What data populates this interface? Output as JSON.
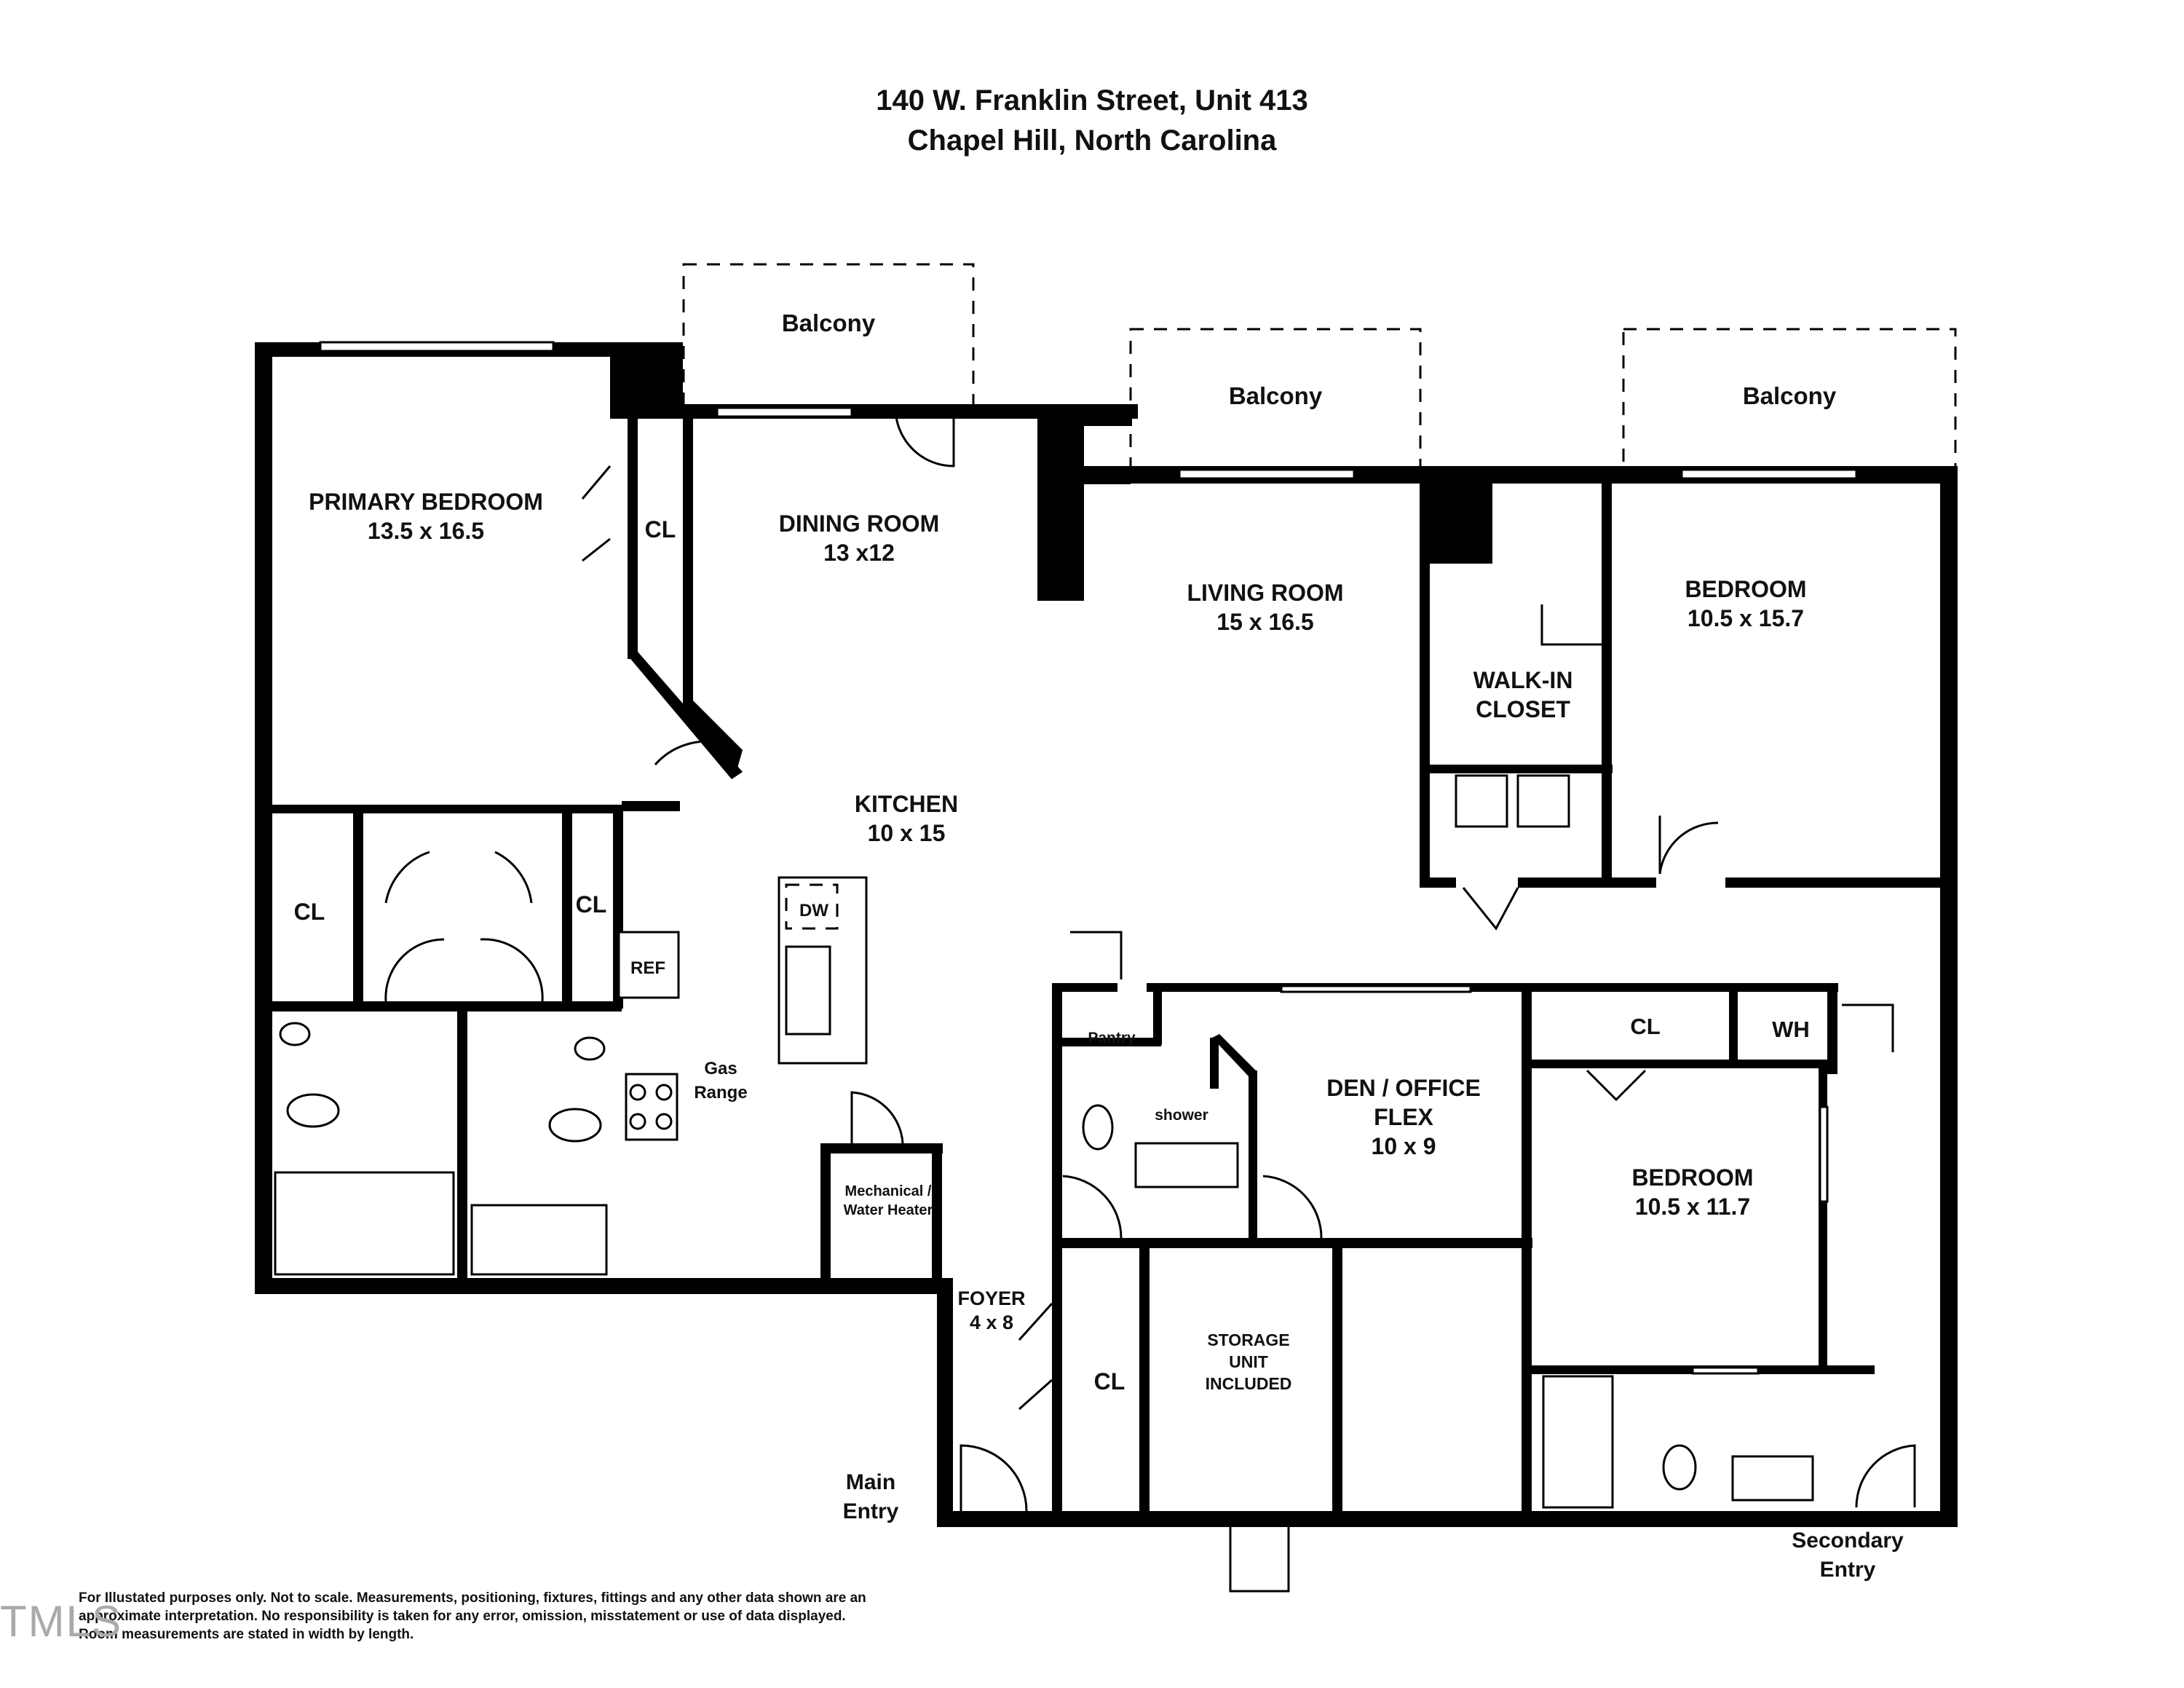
{
  "header": {
    "line1": "140 W. Franklin Street, Unit 413",
    "line2": "Chapel Hill, North Carolina"
  },
  "rooms": {
    "balcony_1": "Balcony",
    "balcony_2": "Balcony",
    "balcony_3": "Balcony",
    "primary_bedroom_name": "PRIMARY BEDROOM",
    "primary_bedroom_size": "13.5 x 16.5",
    "cl_primary": "CL",
    "dining_room_name": "DINING ROOM",
    "dining_room_size": "13 x12",
    "living_room_name": "LIVING ROOM",
    "living_room_size": "15 x 16.5",
    "walk_in_line1": "WALK-IN",
    "walk_in_line2": "CLOSET",
    "bedroom_1_name": "BEDROOM",
    "bedroom_1_size": "10.5 x 15.7",
    "kitchen_name": "KITCHEN",
    "kitchen_size": "10 x 15",
    "cl_left": "CL",
    "cl_middle": "CL",
    "dw": "DW",
    "ref": "REF",
    "gas_line1": "Gas",
    "gas_line2": "Range",
    "pantry": "Pantry",
    "shower": "shower",
    "den_line1": "DEN / OFFICE",
    "den_line2": "FLEX",
    "den_size": "10 x 9",
    "cl_right": "CL",
    "wh": "WH",
    "bedroom_2_name": "BEDROOM",
    "bedroom_2_size": "10.5 x 11.7",
    "mech_line1": "Mechanical /",
    "mech_line2": "Water Heater",
    "foyer_name": "FOYER",
    "foyer_size": "4 x 8",
    "cl_foyer": "CL",
    "storage_line1": "STORAGE",
    "storage_line2": "UNIT",
    "storage_line3": "INCLUDED",
    "main_entry_line1": "Main",
    "main_entry_line2": "Entry",
    "secondary_entry_line1": "Secondary",
    "secondary_entry_line2": "Entry"
  },
  "footer": {
    "disclaimer_line1": "For Illustated purposes only. Not to scale. Measurements, positioning, fixtures, fittings and any other data shown are an",
    "disclaimer_line2": "approximate interpretation. No responsibility is taken for any error, omission, misstatement or use of data displayed.",
    "disclaimer_line3": "Room measurements are stated in width by length.",
    "watermark": "TMLS"
  }
}
